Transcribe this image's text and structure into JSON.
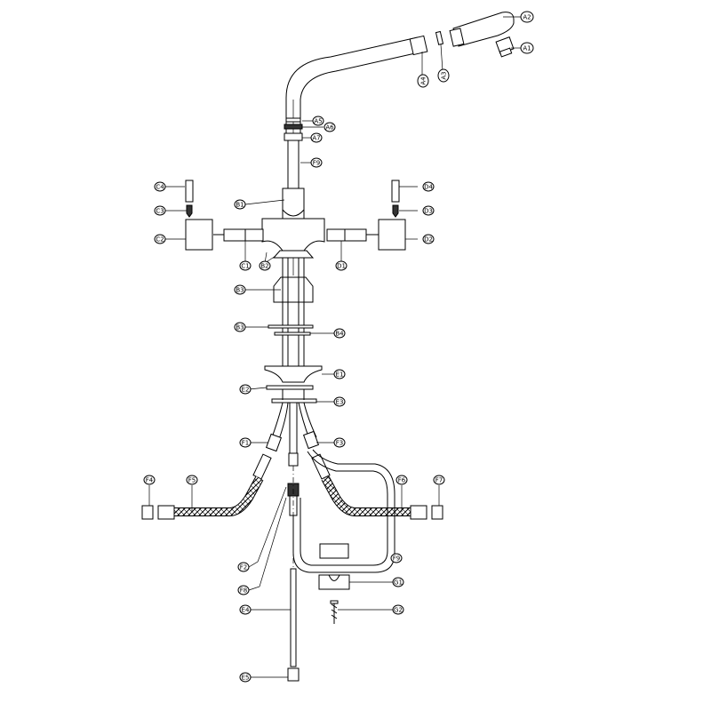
{
  "callouts": [
    {
      "id": "a1",
      "label": "A1"
    },
    {
      "id": "a2",
      "label": "A2"
    },
    {
      "id": "a3",
      "label": "A3"
    },
    {
      "id": "a4",
      "label": "A4"
    },
    {
      "id": "a5",
      "label": "A5"
    },
    {
      "id": "a6",
      "label": "A6"
    },
    {
      "id": "a7",
      "label": "A7"
    },
    {
      "id": "b1",
      "label": "B1"
    },
    {
      "id": "b2",
      "label": "B2"
    },
    {
      "id": "b3a",
      "label": "B3"
    },
    {
      "id": "b3b",
      "label": "B3"
    },
    {
      "id": "b4",
      "label": "B4"
    },
    {
      "id": "c1",
      "label": "C1"
    },
    {
      "id": "c2",
      "label": "C2"
    },
    {
      "id": "c3",
      "label": "C3"
    },
    {
      "id": "c4",
      "label": "C4"
    },
    {
      "id": "d1",
      "label": "D1"
    },
    {
      "id": "d2",
      "label": "D2"
    },
    {
      "id": "d3",
      "label": "D3"
    },
    {
      "id": "d4",
      "label": "D4"
    },
    {
      "id": "e1",
      "label": "E1"
    },
    {
      "id": "e2",
      "label": "E2"
    },
    {
      "id": "e3",
      "label": "E3"
    },
    {
      "id": "e4",
      "label": "E4"
    },
    {
      "id": "e5",
      "label": "E5"
    },
    {
      "id": "f1",
      "label": "F1"
    },
    {
      "id": "f2",
      "label": "F2"
    },
    {
      "id": "f3",
      "label": "F3"
    },
    {
      "id": "f4",
      "label": "F4"
    },
    {
      "id": "f5",
      "label": "F5"
    },
    {
      "id": "f6",
      "label": "F6"
    },
    {
      "id": "f7",
      "label": "F7"
    },
    {
      "id": "f8",
      "label": "F8"
    },
    {
      "id": "f9a",
      "label": "F9"
    },
    {
      "id": "f9b",
      "label": "F9"
    },
    {
      "id": "g1",
      "label": "G1"
    },
    {
      "id": "g2",
      "label": "G2"
    }
  ]
}
